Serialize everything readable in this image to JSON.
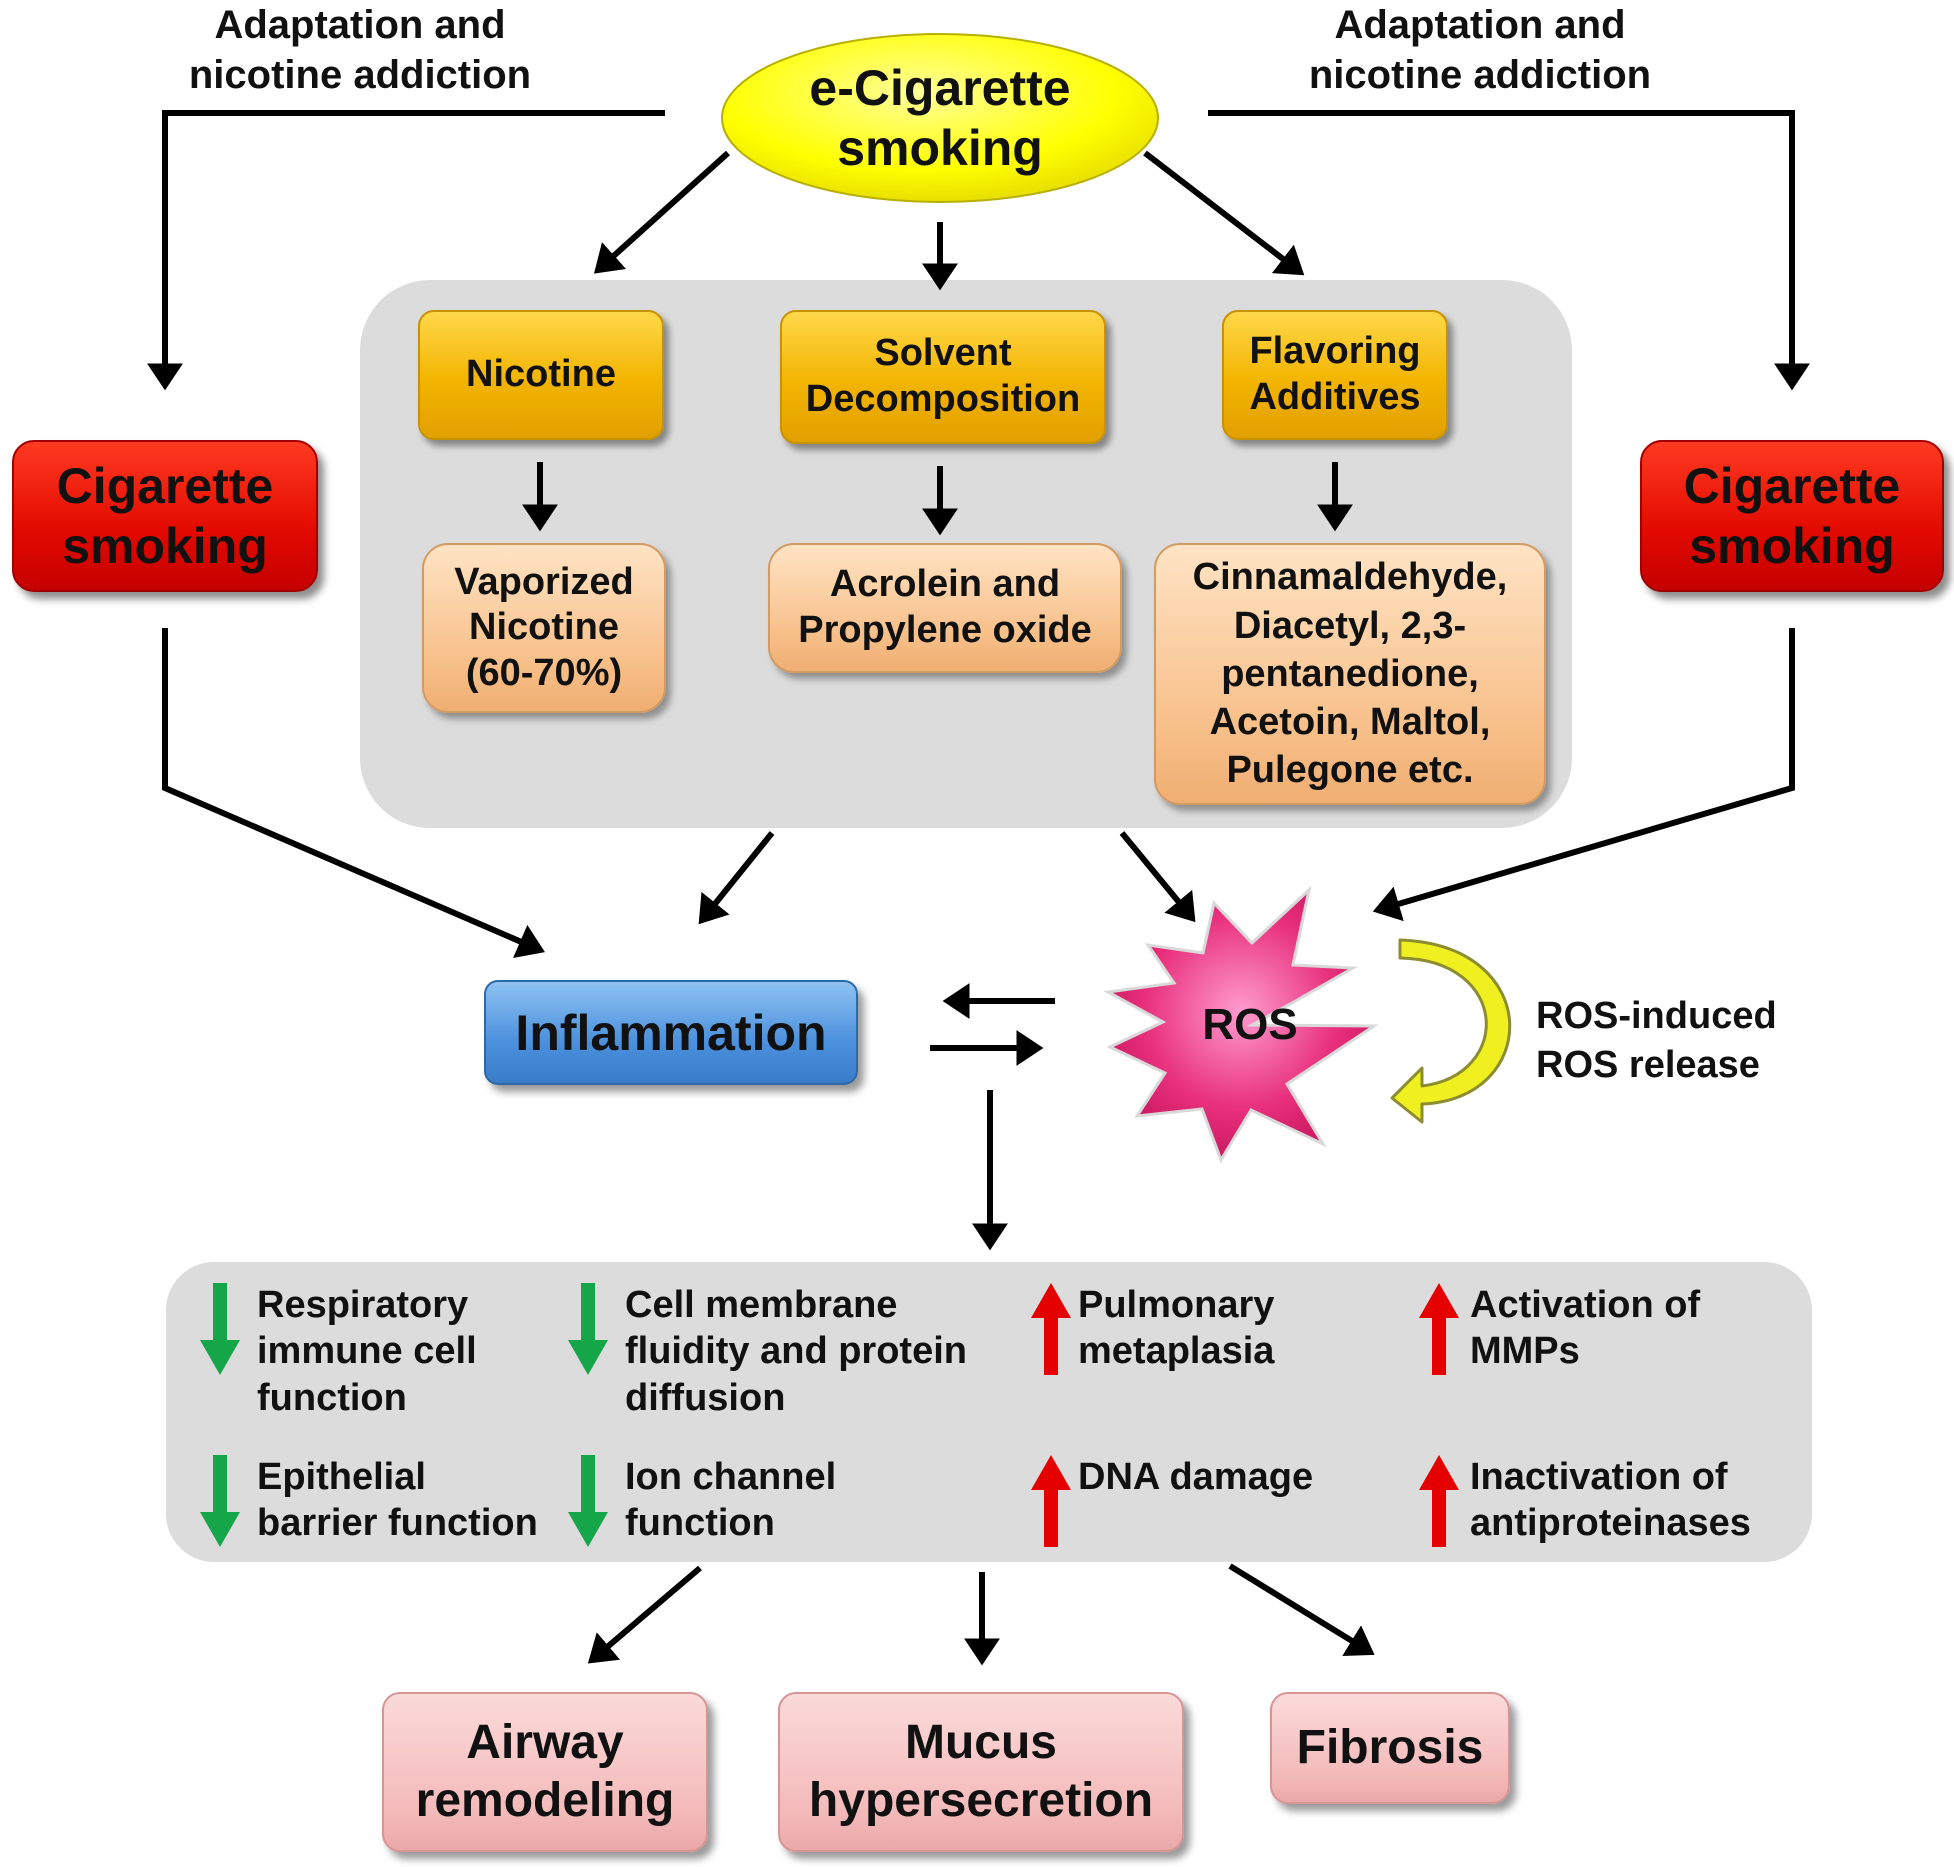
{
  "source": {
    "ecig": "e-Cigarette\nsmoking",
    "adaptation_left": "Adaptation and\nnicotine addiction",
    "adaptation_right": "Adaptation and\nnicotine addiction",
    "cigarette_left": "Cigarette\nsmoking",
    "cigarette_right": "Cigarette\nsmoking"
  },
  "components": [
    {
      "label": "Nicotine",
      "product": "Vaporized\nNicotine\n(60-70%)"
    },
    {
      "label": "Solvent\nDecomposition",
      "product": "Acrolein and\nPropylene oxide"
    },
    {
      "label": "Flavoring\nAdditives",
      "product": "Cinnamaldehyde,\nDiacetyl, 2,3-\npentanedione,\nAcetoin, Maltol,\nPulegone etc."
    }
  ],
  "middle": {
    "inflammation": "Inflammation",
    "ros": "ROS",
    "ros_loop": "ROS-induced\nROS release"
  },
  "effects": [
    {
      "direction": "down",
      "text": "Respiratory\nimmune cell\nfunction"
    },
    {
      "direction": "down",
      "text": "Cell membrane\nfluidity and protein\ndiffusion"
    },
    {
      "direction": "up",
      "text": "Pulmonary\nmetaplasia"
    },
    {
      "direction": "up",
      "text": "Activation of\nMMPs"
    },
    {
      "direction": "down",
      "text": "Epithelial\nbarrier function"
    },
    {
      "direction": "down",
      "text": "Ion channel\nfunction"
    },
    {
      "direction": "up",
      "text": "DNA damage"
    },
    {
      "direction": "up",
      "text": "Inactivation of\nantiproteinases"
    }
  ],
  "outcomes": [
    "Airway\nremodeling",
    "Mucus\nhypersecretion",
    "Fibrosis"
  ],
  "colors": {
    "ecig": "#ffff00",
    "component": "#f5b800",
    "product": "#f8c48e",
    "cigarette": "#e30b00",
    "inflammation": "#4a90dc",
    "ros": "#e0206a",
    "outcome": "#f4bcbc",
    "panel": "#dcdcdc",
    "down_arrow": "#16a64a",
    "up_arrow": "#e40000",
    "loop_arrow": "#f0f020"
  }
}
